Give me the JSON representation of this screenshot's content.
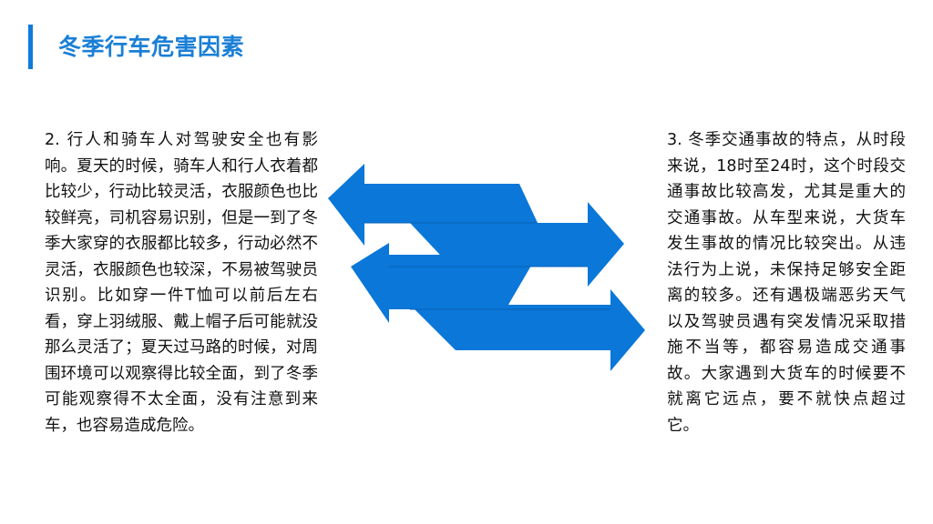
{
  "slide": {
    "title": "冬季行车危害因素"
  },
  "left_paragraph": {
    "text": "2. 行人和骑车人对驾驶安全也有影响。夏天的时候，骑车人和行人衣着都比较少，行动比较灵活，衣服颜色也比较鲜亮，司机容易识别，但是一到了冬季大家穿的衣服都比较多，行动必然不灵活，衣服颜色也较深，不易被驾驶员识别。比如穿一件T恤可以前后左右看，穿上羽绒服、戴上帽子后可能就没那么灵活了；夏天过马路的时候，对周围环境可以观察得比较全面，到了冬季可能观察得不太全面，没有注意到来车，也容易造成危险。"
  },
  "right_paragraph": {
    "text": "3. 冬季交通事故的特点，从时段来说，18时至24时，这个时段交通事故比较高发，尤其是重大的交通事故。从车型来说，大货车发生事故的情况比较突出。从违法行为上说，未保持足够安全距离的较多。还有遇极端恶劣天气以及驾驶员遇有突发情况采取措施不当等，都容易造成交通事故。大家遇到大货车的时候要不就离它远点，要不就快点超过它。"
  },
  "colors": {
    "accent": "#1a7fd6",
    "arrow_main": "#0a77d9",
    "arrow_dark": "#0862b4"
  },
  "graphic": {
    "icon": "crossing-arrows-icon"
  }
}
